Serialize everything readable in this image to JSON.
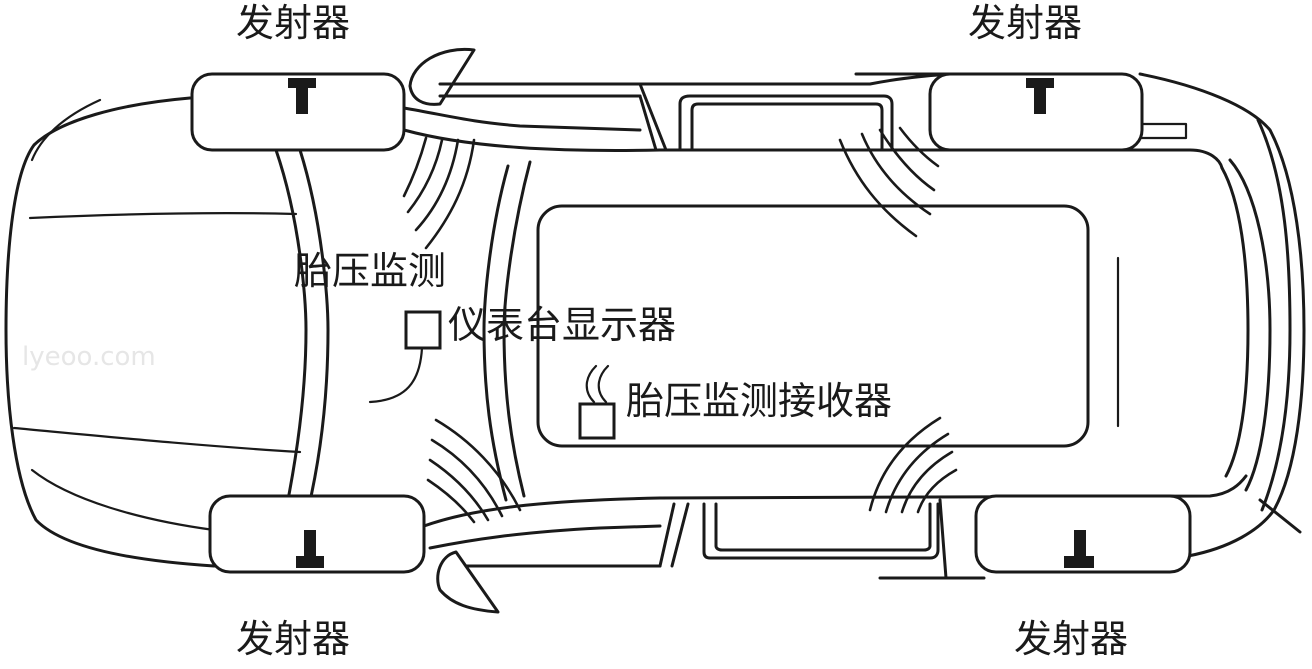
{
  "labels": {
    "transmitter_front_left": "发射器",
    "transmitter_front_right": "发射器",
    "transmitter_rear_left": "发射器",
    "transmitter_rear_right": "发射器",
    "display_line1": "胎压监测",
    "display_line2": "仪表台显示器",
    "receiver": "胎压监测接收器"
  },
  "watermark": "lyeoo.com",
  "colors": {
    "line": "#1a1a1a",
    "background": "#ffffff",
    "watermark": "#e6e6e6"
  }
}
